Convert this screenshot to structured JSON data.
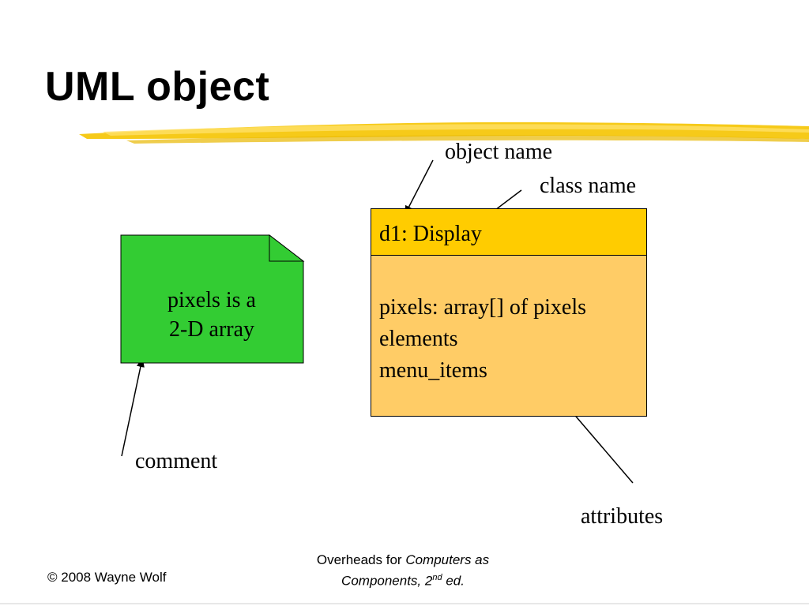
{
  "slide": {
    "title": "UML object"
  },
  "diagram": {
    "object": {
      "header": "d1: Display",
      "attributes": [
        "pixels: array[] of pixels",
        "elements",
        "menu_items"
      ]
    },
    "note": {
      "lines": [
        "pixels is a",
        "2-D array"
      ]
    },
    "labels": {
      "object_name": "object name",
      "class_name": "class name",
      "comment": "comment",
      "attributes": "attributes"
    }
  },
  "footer": {
    "copyright": "© 2008 Wayne Wolf",
    "overheads_prefix": "Overheads for ",
    "book_title_line1": "Computers as",
    "book_title_line2": "Components, 2",
    "edition_superscript": "nd",
    "edition_suffix": " ed."
  },
  "colors": {
    "header_fill": "#ffcc00",
    "body_fill": "#ffcc66",
    "note_fill": "#33cc33",
    "title_stroke": "#f5c400"
  }
}
